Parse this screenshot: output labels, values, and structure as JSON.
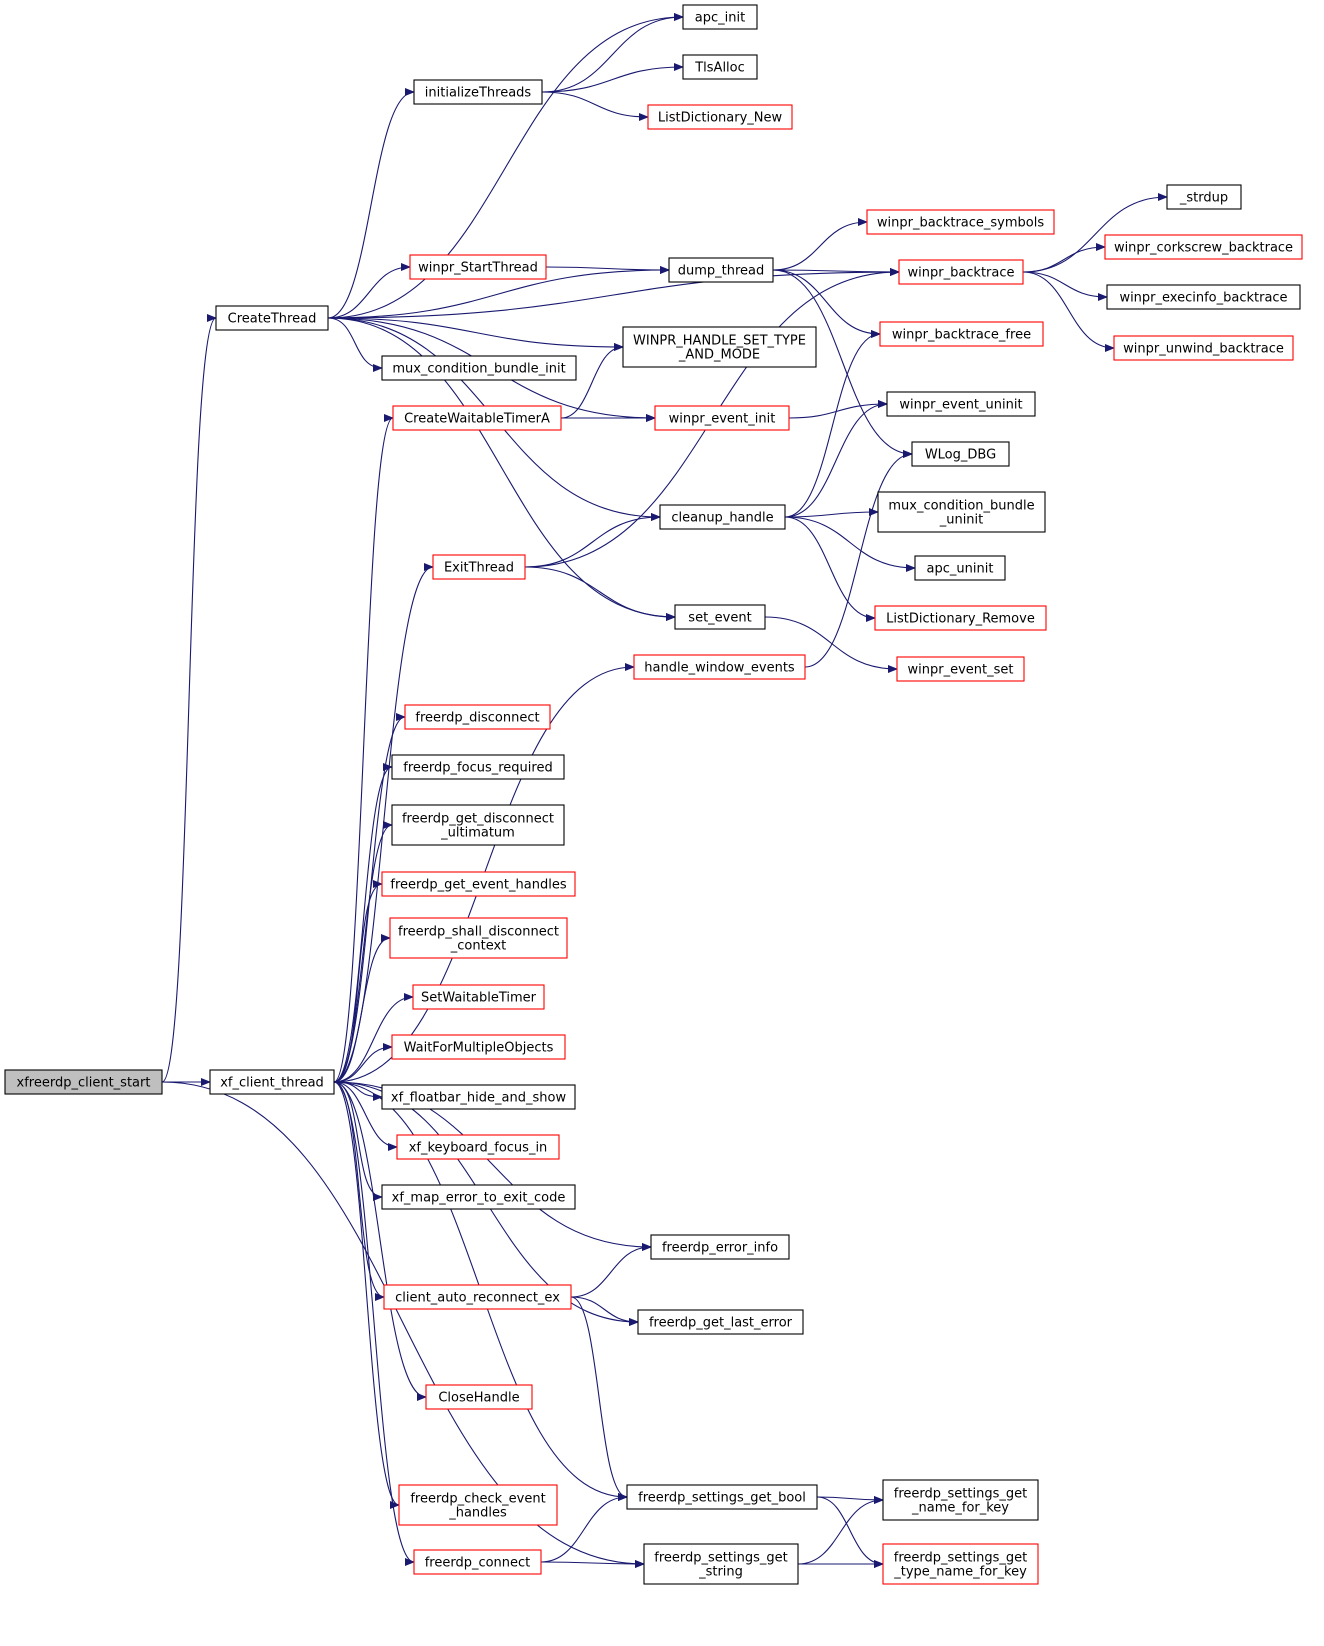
{
  "colors": {
    "edge": "#191970",
    "border_default": "#000000",
    "border_truncated": "#ff0000",
    "root_fill": "#bfbfbf",
    "node_fill": "#ffffff"
  },
  "nodes": [
    {
      "id": "n_xfreerdp_client_start",
      "lines": [
        "xfreerdp_client_start"
      ],
      "style": "root"
    },
    {
      "id": "n_CreateThread",
      "lines": [
        "CreateThread"
      ],
      "style": "default"
    },
    {
      "id": "n_xf_client_thread",
      "lines": [
        "xf_client_thread"
      ],
      "style": "default"
    },
    {
      "id": "n_initializeThreads",
      "lines": [
        "initializeThreads"
      ],
      "style": "default"
    },
    {
      "id": "n_apc_init",
      "lines": [
        "apc_init"
      ],
      "style": "default"
    },
    {
      "id": "n_TlsAlloc",
      "lines": [
        "TlsAlloc"
      ],
      "style": "default"
    },
    {
      "id": "n_ListDictionary_New",
      "lines": [
        "ListDictionary_New"
      ],
      "style": "truncated"
    },
    {
      "id": "n_winpr_StartThread",
      "lines": [
        "winpr_StartThread"
      ],
      "style": "truncated"
    },
    {
      "id": "n_dump_thread",
      "lines": [
        "dump_thread"
      ],
      "style": "default"
    },
    {
      "id": "n_mux_condition_bundle_init",
      "lines": [
        "mux_condition_bundle_init"
      ],
      "style": "default"
    },
    {
      "id": "n_WINPR_HANDLE_SET_TYPE_AND_MODE",
      "lines": [
        "WINPR_HANDLE_SET_TYPE",
        "_AND_MODE"
      ],
      "style": "default"
    },
    {
      "id": "n_CreateWaitableTimerA",
      "lines": [
        "CreateWaitableTimerA"
      ],
      "style": "truncated"
    },
    {
      "id": "n_winpr_event_init",
      "lines": [
        "winpr_event_init"
      ],
      "style": "truncated"
    },
    {
      "id": "n_winpr_backtrace_symbols",
      "lines": [
        "winpr_backtrace_symbols"
      ],
      "style": "truncated"
    },
    {
      "id": "n_winpr_backtrace",
      "lines": [
        "winpr_backtrace"
      ],
      "style": "truncated"
    },
    {
      "id": "n_winpr_backtrace_free",
      "lines": [
        "winpr_backtrace_free"
      ],
      "style": "truncated"
    },
    {
      "id": "n__strdup",
      "lines": [
        "_strdup"
      ],
      "style": "default"
    },
    {
      "id": "n_winpr_corkscrew_backtrace",
      "lines": [
        "winpr_corkscrew_backtrace"
      ],
      "style": "truncated"
    },
    {
      "id": "n_winpr_execinfo_backtrace",
      "lines": [
        "winpr_execinfo_backtrace"
      ],
      "style": "default"
    },
    {
      "id": "n_winpr_unwind_backtrace",
      "lines": [
        "winpr_unwind_backtrace"
      ],
      "style": "truncated"
    },
    {
      "id": "n_winpr_event_uninit",
      "lines": [
        "winpr_event_uninit"
      ],
      "style": "default"
    },
    {
      "id": "n_WLog_DBG",
      "lines": [
        "WLog_DBG"
      ],
      "style": "default"
    },
    {
      "id": "n_cleanup_handle",
      "lines": [
        "cleanup_handle"
      ],
      "style": "default"
    },
    {
      "id": "n_mux_condition_bundle_uninit",
      "lines": [
        "mux_condition_bundle",
        "_uninit"
      ],
      "style": "default"
    },
    {
      "id": "n_apc_uninit",
      "lines": [
        "apc_uninit"
      ],
      "style": "default"
    },
    {
      "id": "n_ListDictionary_Remove",
      "lines": [
        "ListDictionary_Remove"
      ],
      "style": "truncated"
    },
    {
      "id": "n_ExitThread",
      "lines": [
        "ExitThread"
      ],
      "style": "truncated"
    },
    {
      "id": "n_set_event",
      "lines": [
        "set_event"
      ],
      "style": "default"
    },
    {
      "id": "n_winpr_event_set",
      "lines": [
        "winpr_event_set"
      ],
      "style": "truncated"
    },
    {
      "id": "n_handle_window_events",
      "lines": [
        "handle_window_events"
      ],
      "style": "truncated"
    },
    {
      "id": "n_freerdp_disconnect",
      "lines": [
        "freerdp_disconnect"
      ],
      "style": "truncated"
    },
    {
      "id": "n_freerdp_focus_required",
      "lines": [
        "freerdp_focus_required"
      ],
      "style": "default"
    },
    {
      "id": "n_freerdp_get_disconnect_ultimatum",
      "lines": [
        "freerdp_get_disconnect",
        "_ultimatum"
      ],
      "style": "default"
    },
    {
      "id": "n_freerdp_get_event_handles",
      "lines": [
        "freerdp_get_event_handles"
      ],
      "style": "truncated"
    },
    {
      "id": "n_freerdp_shall_disconnect_context",
      "lines": [
        "freerdp_shall_disconnect",
        "_context"
      ],
      "style": "truncated"
    },
    {
      "id": "n_SetWaitableTimer",
      "lines": [
        "SetWaitableTimer"
      ],
      "style": "truncated"
    },
    {
      "id": "n_WaitForMultipleObjects",
      "lines": [
        "WaitForMultipleObjects"
      ],
      "style": "truncated"
    },
    {
      "id": "n_xf_floatbar_hide_and_show",
      "lines": [
        "xf_floatbar_hide_and_show"
      ],
      "style": "default"
    },
    {
      "id": "n_xf_keyboard_focus_in",
      "lines": [
        "xf_keyboard_focus_in"
      ],
      "style": "truncated"
    },
    {
      "id": "n_xf_map_error_to_exit_code",
      "lines": [
        "xf_map_error_to_exit_code"
      ],
      "style": "default"
    },
    {
      "id": "n_freerdp_error_info",
      "lines": [
        "freerdp_error_info"
      ],
      "style": "default"
    },
    {
      "id": "n_client_auto_reconnect_ex",
      "lines": [
        "client_auto_reconnect_ex"
      ],
      "style": "truncated"
    },
    {
      "id": "n_freerdp_get_last_error",
      "lines": [
        "freerdp_get_last_error"
      ],
      "style": "default"
    },
    {
      "id": "n_CloseHandle",
      "lines": [
        "CloseHandle"
      ],
      "style": "truncated"
    },
    {
      "id": "n_freerdp_settings_get_bool",
      "lines": [
        "freerdp_settings_get_bool"
      ],
      "style": "default"
    },
    {
      "id": "n_freerdp_check_event_handles",
      "lines": [
        "freerdp_check_event",
        "_handles"
      ],
      "style": "truncated"
    },
    {
      "id": "n_freerdp_settings_get_name_for_key",
      "lines": [
        "freerdp_settings_get",
        "_name_for_key"
      ],
      "style": "default"
    },
    {
      "id": "n_freerdp_connect",
      "lines": [
        "freerdp_connect"
      ],
      "style": "truncated"
    },
    {
      "id": "n_freerdp_settings_get_string",
      "lines": [
        "freerdp_settings_get",
        "_string"
      ],
      "style": "default"
    },
    {
      "id": "n_freerdp_settings_get_type_name_for_key",
      "lines": [
        "freerdp_settings_get",
        "_type_name_for_key"
      ],
      "style": "truncated"
    }
  ],
  "edges": [
    [
      "n_xfreerdp_client_start",
      "n_CreateThread"
    ],
    [
      "n_xfreerdp_client_start",
      "n_xf_client_thread"
    ],
    [
      "n_xfreerdp_client_start",
      "n_freerdp_settings_get_string"
    ],
    [
      "n_CreateThread",
      "n_apc_init"
    ],
    [
      "n_CreateThread",
      "n_initializeThreads"
    ],
    [
      "n_CreateThread",
      "n_winpr_backtrace"
    ],
    [
      "n_CreateThread",
      "n_dump_thread"
    ],
    [
      "n_CreateThread",
      "n_winpr_StartThread"
    ],
    [
      "n_CreateThread",
      "n_WINPR_HANDLE_SET_TYPE_AND_MODE"
    ],
    [
      "n_CreateThread",
      "n_mux_condition_bundle_init"
    ],
    [
      "n_CreateThread",
      "n_winpr_event_init"
    ],
    [
      "n_CreateThread",
      "n_cleanup_handle"
    ],
    [
      "n_CreateThread",
      "n_set_event"
    ],
    [
      "n_initializeThreads",
      "n_apc_init"
    ],
    [
      "n_initializeThreads",
      "n_TlsAlloc"
    ],
    [
      "n_initializeThreads",
      "n_ListDictionary_New"
    ],
    [
      "n_winpr_StartThread",
      "n_dump_thread"
    ],
    [
      "n_dump_thread",
      "n_winpr_backtrace_symbols"
    ],
    [
      "n_dump_thread",
      "n_winpr_backtrace"
    ],
    [
      "n_dump_thread",
      "n_winpr_backtrace_free"
    ],
    [
      "n_dump_thread",
      "n_WLog_DBG"
    ],
    [
      "n_winpr_backtrace",
      "n__strdup"
    ],
    [
      "n_winpr_backtrace",
      "n_winpr_corkscrew_backtrace"
    ],
    [
      "n_winpr_backtrace",
      "n_winpr_execinfo_backtrace"
    ],
    [
      "n_winpr_backtrace",
      "n_winpr_unwind_backtrace"
    ],
    [
      "n_CreateWaitableTimerA",
      "n_WINPR_HANDLE_SET_TYPE_AND_MODE"
    ],
    [
      "n_CreateWaitableTimerA",
      "n_winpr_event_init"
    ],
    [
      "n_winpr_event_init",
      "n_winpr_event_uninit"
    ],
    [
      "n_cleanup_handle",
      "n_winpr_backtrace_free"
    ],
    [
      "n_cleanup_handle",
      "n_winpr_event_uninit"
    ],
    [
      "n_cleanup_handle",
      "n_mux_condition_bundle_uninit"
    ],
    [
      "n_cleanup_handle",
      "n_apc_uninit"
    ],
    [
      "n_cleanup_handle",
      "n_ListDictionary_Remove"
    ],
    [
      "n_ExitThread",
      "n_winpr_backtrace"
    ],
    [
      "n_ExitThread",
      "n_cleanup_handle"
    ],
    [
      "n_ExitThread",
      "n_set_event"
    ],
    [
      "n_set_event",
      "n_winpr_event_set"
    ],
    [
      "n_handle_window_events",
      "n_WLog_DBG"
    ],
    [
      "n_xf_client_thread",
      "n_CreateWaitableTimerA"
    ],
    [
      "n_xf_client_thread",
      "n_ExitThread"
    ],
    [
      "n_xf_client_thread",
      "n_handle_window_events"
    ],
    [
      "n_xf_client_thread",
      "n_freerdp_disconnect"
    ],
    [
      "n_xf_client_thread",
      "n_freerdp_focus_required"
    ],
    [
      "n_xf_client_thread",
      "n_freerdp_get_disconnect_ultimatum"
    ],
    [
      "n_xf_client_thread",
      "n_freerdp_get_event_handles"
    ],
    [
      "n_xf_client_thread",
      "n_freerdp_shall_disconnect_context"
    ],
    [
      "n_xf_client_thread",
      "n_SetWaitableTimer"
    ],
    [
      "n_xf_client_thread",
      "n_WaitForMultipleObjects"
    ],
    [
      "n_xf_client_thread",
      "n_xf_floatbar_hide_and_show"
    ],
    [
      "n_xf_client_thread",
      "n_xf_keyboard_focus_in"
    ],
    [
      "n_xf_client_thread",
      "n_xf_map_error_to_exit_code"
    ],
    [
      "n_xf_client_thread",
      "n_freerdp_error_info"
    ],
    [
      "n_xf_client_thread",
      "n_client_auto_reconnect_ex"
    ],
    [
      "n_xf_client_thread",
      "n_freerdp_get_last_error"
    ],
    [
      "n_xf_client_thread",
      "n_CloseHandle"
    ],
    [
      "n_xf_client_thread",
      "n_freerdp_settings_get_bool"
    ],
    [
      "n_xf_client_thread",
      "n_freerdp_check_event_handles"
    ],
    [
      "n_xf_client_thread",
      "n_freerdp_connect"
    ],
    [
      "n_client_auto_reconnect_ex",
      "n_freerdp_error_info"
    ],
    [
      "n_client_auto_reconnect_ex",
      "n_freerdp_get_last_error"
    ],
    [
      "n_client_auto_reconnect_ex",
      "n_freerdp_settings_get_bool"
    ],
    [
      "n_freerdp_settings_get_bool",
      "n_freerdp_settings_get_name_for_key"
    ],
    [
      "n_freerdp_settings_get_bool",
      "n_freerdp_settings_get_type_name_for_key"
    ],
    [
      "n_freerdp_connect",
      "n_freerdp_settings_get_bool"
    ],
    [
      "n_freerdp_connect",
      "n_freerdp_settings_get_string"
    ],
    [
      "n_freerdp_settings_get_string",
      "n_freerdp_settings_get_name_for_key"
    ],
    [
      "n_freerdp_settings_get_string",
      "n_freerdp_settings_get_type_name_for_key"
    ]
  ]
}
